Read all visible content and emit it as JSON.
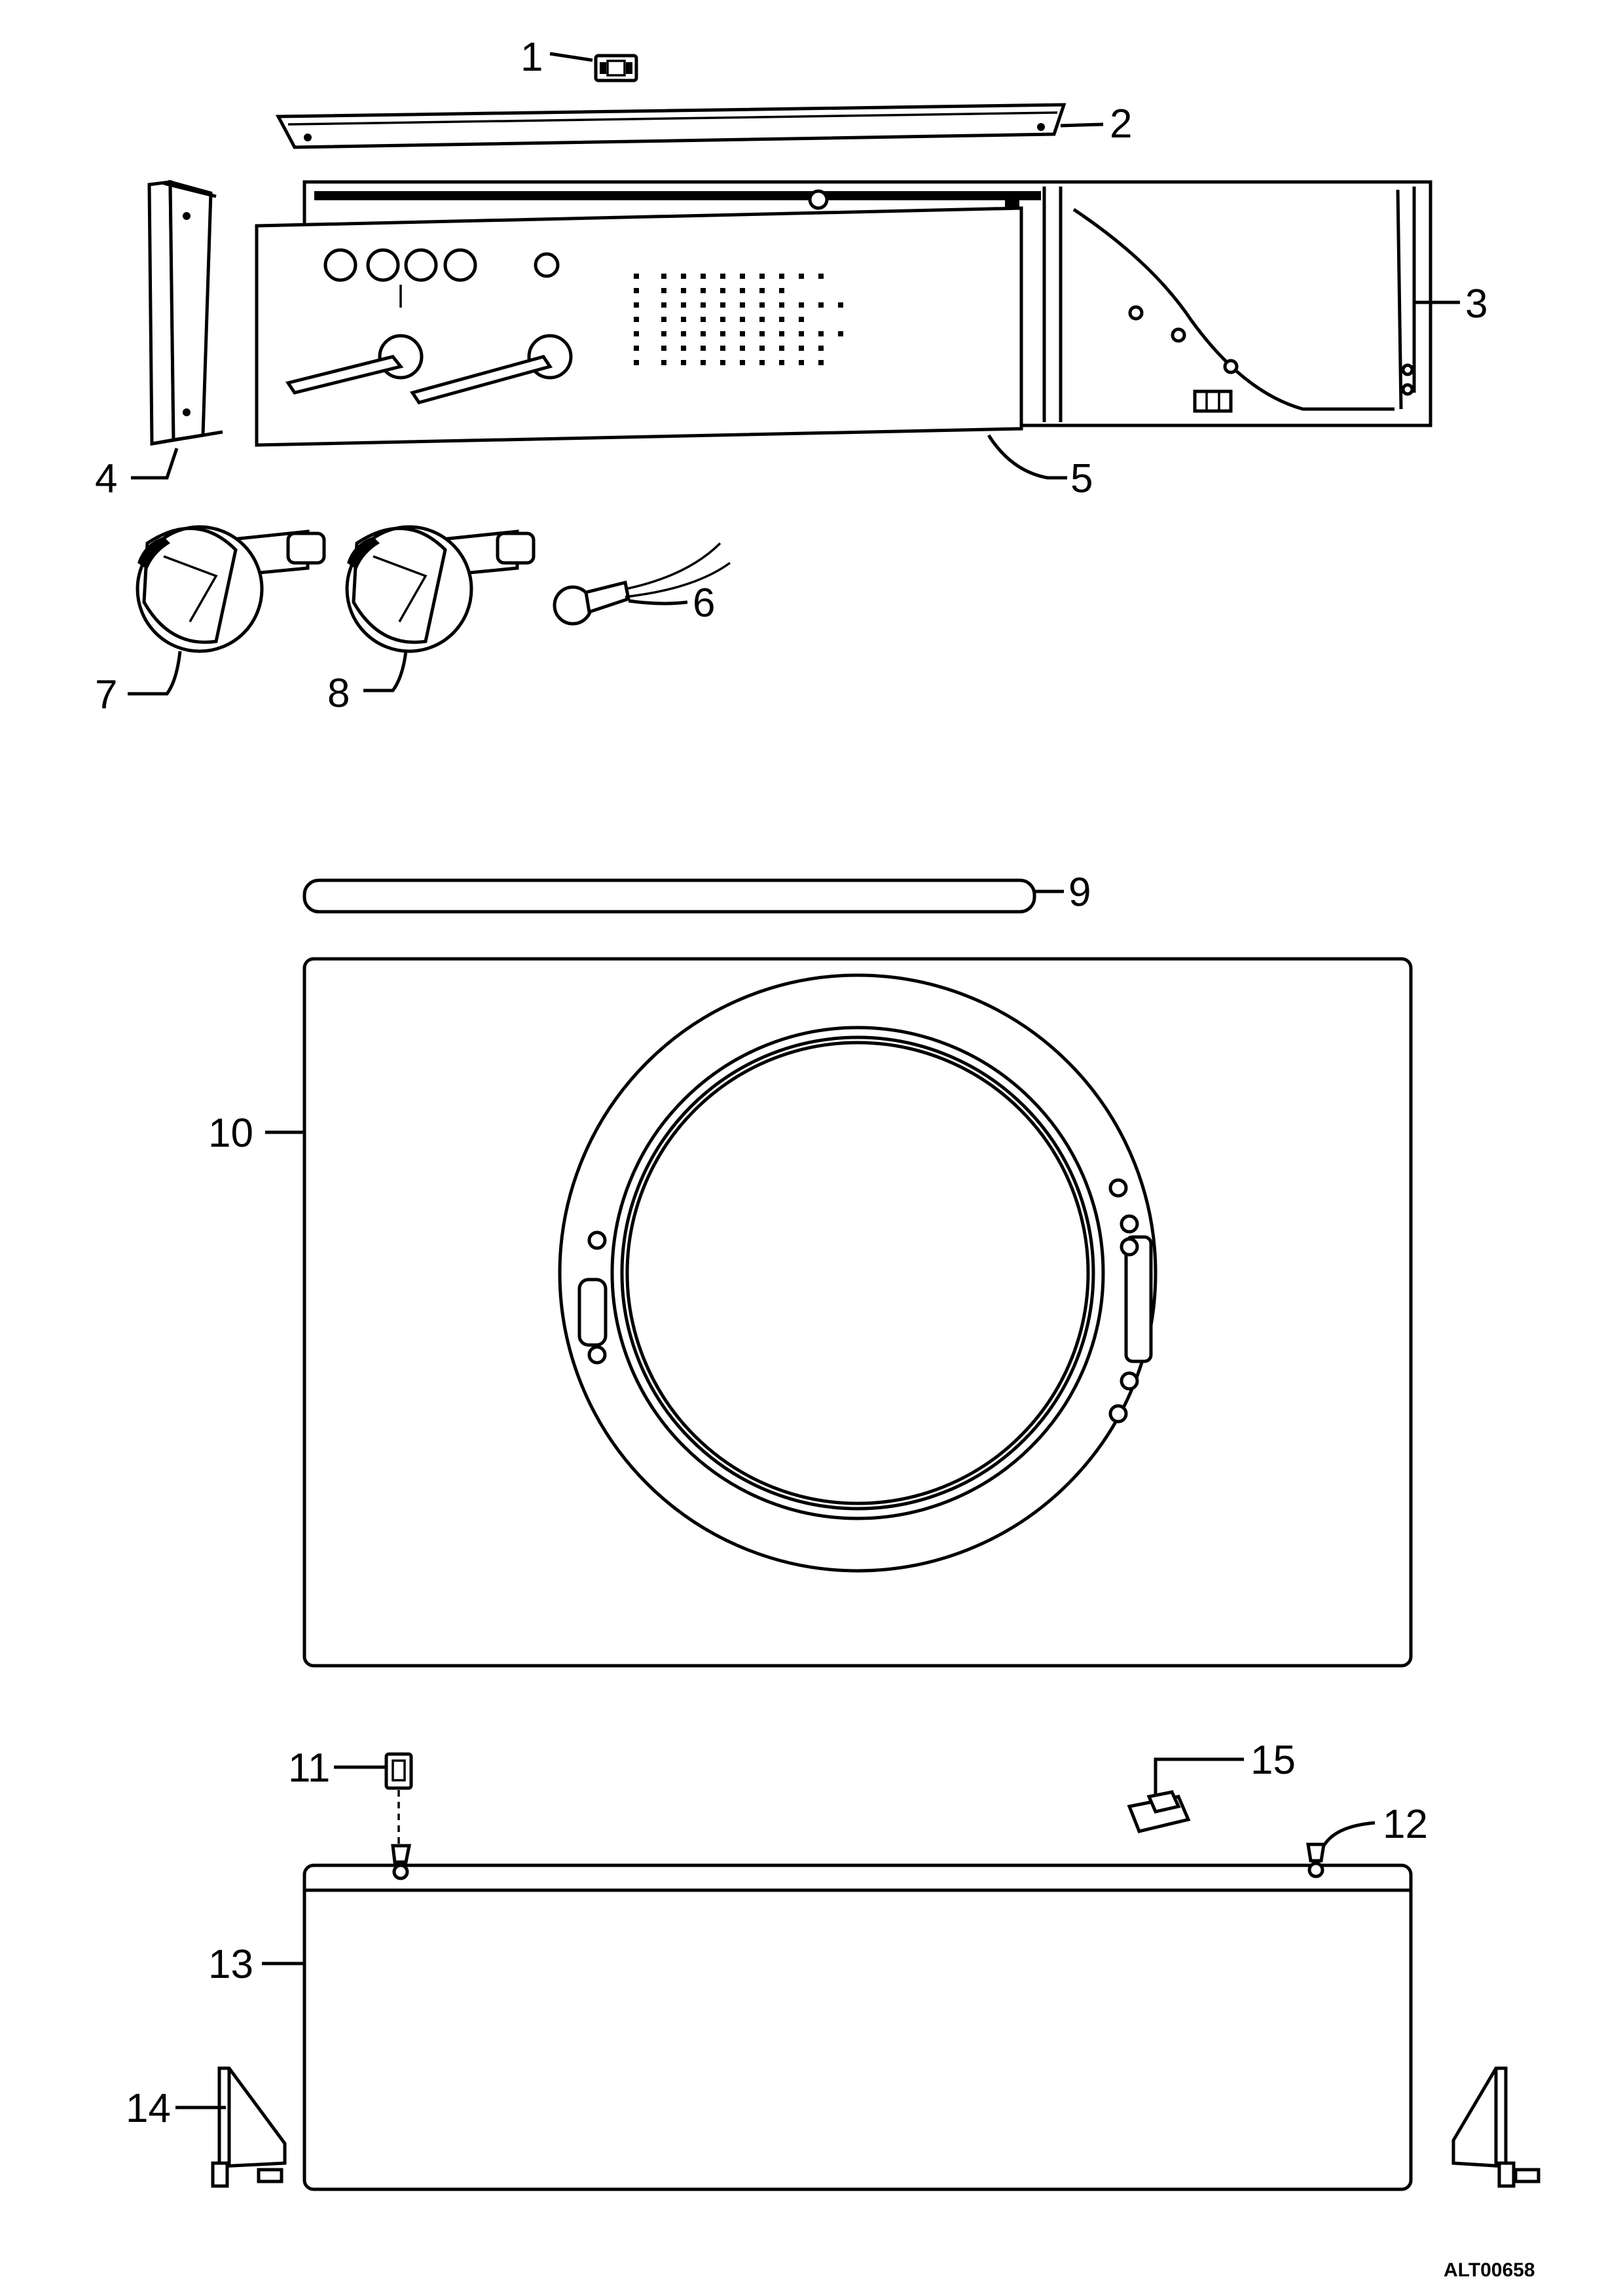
{
  "diagram": {
    "drawing_code": "ALT00658",
    "callouts": [
      {
        "id": "c1",
        "label": "1"
      },
      {
        "id": "c2",
        "label": "2"
      },
      {
        "id": "c3",
        "label": "3"
      },
      {
        "id": "c4",
        "label": "4"
      },
      {
        "id": "c5",
        "label": "5"
      },
      {
        "id": "c6",
        "label": "6"
      },
      {
        "id": "c7",
        "label": "7"
      },
      {
        "id": "c8",
        "label": "8"
      },
      {
        "id": "c9",
        "label": "9"
      },
      {
        "id": "c10",
        "label": "10"
      },
      {
        "id": "c11",
        "label": "11"
      },
      {
        "id": "c12",
        "label": "12"
      },
      {
        "id": "c13",
        "label": "13"
      },
      {
        "id": "c14",
        "label": "14"
      },
      {
        "id": "c15",
        "label": "15"
      }
    ]
  }
}
